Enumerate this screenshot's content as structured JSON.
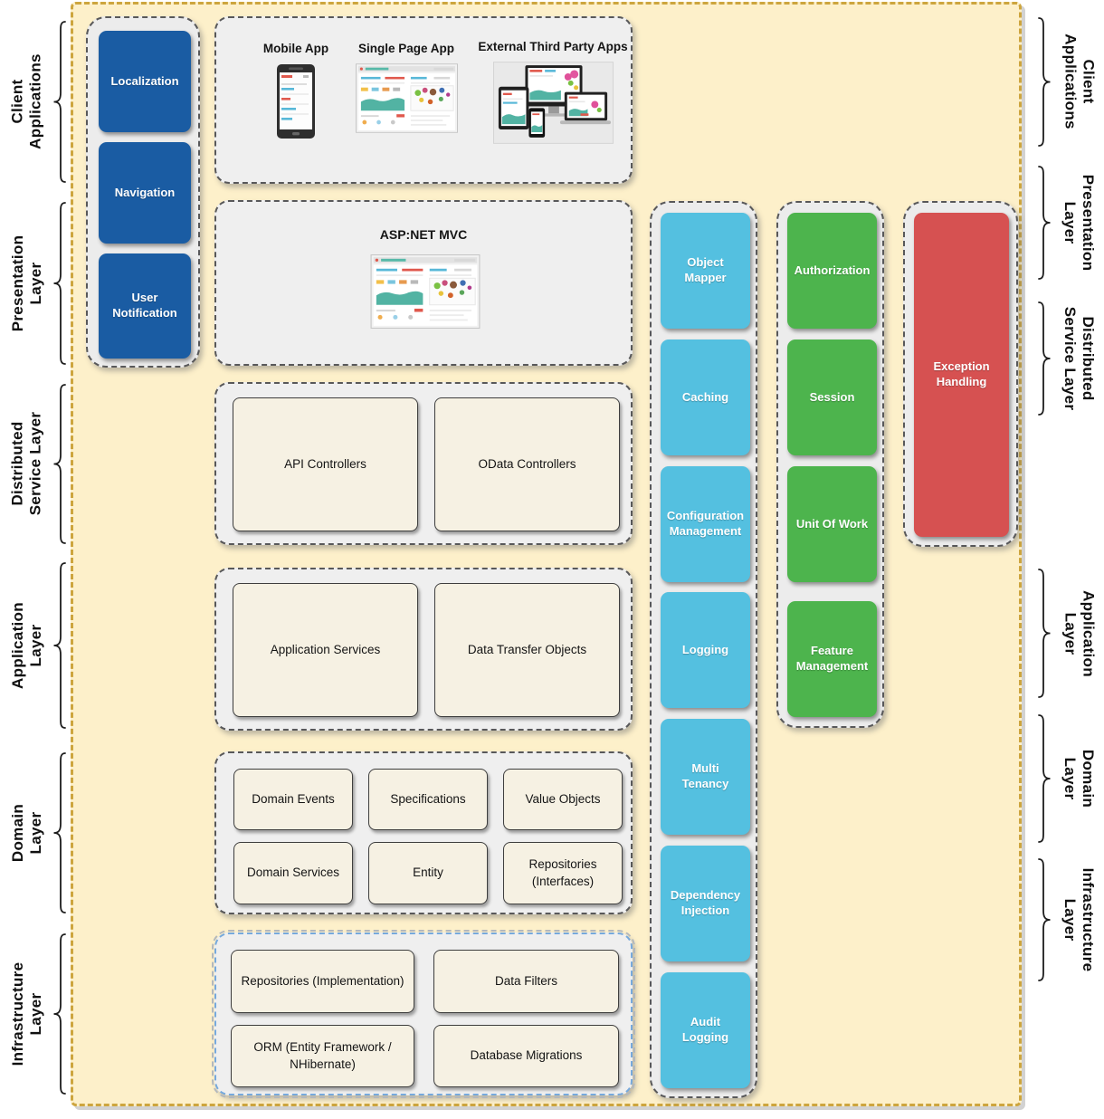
{
  "left_labels": [
    {
      "line1": "Client",
      "line2": "Applications"
    },
    {
      "line1": "Presentation",
      "line2": "Layer"
    },
    {
      "line1": "Distributed",
      "line2": "Service Layer"
    },
    {
      "line1": "Application",
      "line2": "Layer"
    },
    {
      "line1": "Domain",
      "line2": "Layer"
    },
    {
      "line1": "Infrastructure",
      "line2": "Layer"
    }
  ],
  "right_labels": [
    {
      "line1": "Client",
      "line2": "Applications"
    },
    {
      "line1": "Presentation",
      "line2": "Layer"
    },
    {
      "line1": "Distributed",
      "line2": "Service Layer"
    },
    {
      "line1": "Application",
      "line2": "Layer"
    },
    {
      "line1": "Domain",
      "line2": "Layer"
    },
    {
      "line1": "Infrastructure",
      "line2": "Layer"
    }
  ],
  "left_column": {
    "boxes": [
      "Localization",
      "Navigation",
      "User Notification"
    ]
  },
  "client_apps": {
    "apps": [
      {
        "label": "Mobile App"
      },
      {
        "label": "Single Page App"
      },
      {
        "label": "External Third Party Apps"
      }
    ]
  },
  "presentation": {
    "title": "ASP:NET MVC"
  },
  "distributed": {
    "boxes": [
      "API Controllers",
      "OData Controllers"
    ]
  },
  "application": {
    "boxes": [
      "Application Services",
      "Data Transfer Objects"
    ]
  },
  "domain": {
    "boxes": [
      "Domain Events",
      "Specifications",
      "Value Objects",
      "Domain Services",
      "Entity",
      "Repositories (Interfaces)"
    ]
  },
  "infrastructure": {
    "boxes": [
      "Repositories (Implementation)",
      "Data Filters",
      "ORM (Entity Framework / NHibernate)",
      "Database Migrations"
    ]
  },
  "crosscutting": {
    "blue": [
      "Object Mapper",
      "Caching",
      "Configuration Management",
      "Logging",
      "Multi Tenancy",
      "Dependency Injection",
      "Audit Logging"
    ],
    "green": [
      "Authorization",
      "Session",
      "Unit Of Work",
      "Feature Management"
    ],
    "red": [
      "Exception Handling"
    ]
  },
  "colors": {
    "dark_blue": "#1a5ca3",
    "light_blue": "#54c0e0",
    "green": "#4db44d",
    "red": "#d65151",
    "cream": "#f6f1e3",
    "canvas_bg": "#fdf0ca",
    "canvas_border": "#cda53e"
  }
}
